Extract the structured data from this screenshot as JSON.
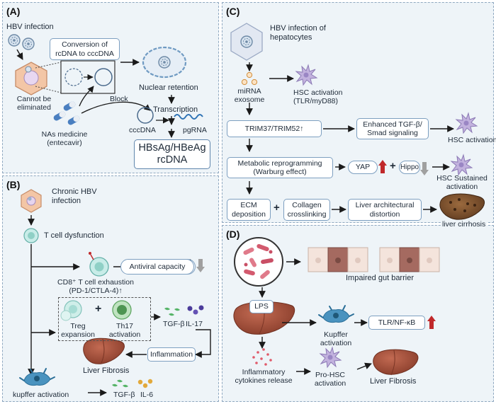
{
  "panels": {
    "a": {
      "label": "(A)",
      "hbv_infection": "HBV infection",
      "conversion": "Conversion of\nrcDNA to cccDNA",
      "cannot_eliminate": "Cannot be\neliminated",
      "nuclear_retention": "Nuclear retention",
      "block": "Block",
      "transcription": "Transcription",
      "cccdna": "cccDNA",
      "pgrna": "pgRNA",
      "nas_medicine": "NAs medicine\n(entecavir)",
      "products": "HBsAg/HBeAg\nrcDNA"
    },
    "b": {
      "label": "(B)",
      "chronic_hbv": "Chronic HBV\ninfection",
      "t_cell_dysfunction": "T cell dysfunction",
      "cd8_exhaustion": "CD8⁺ T cell exhaustion\n(PD-1/CTLA-4)↑",
      "antiviral_capacity": "Antiviral capacity",
      "treg": "Treg\nexpansion",
      "th17": "Th17\nactivation",
      "plus": "+",
      "tgf_beta": "TGF-β",
      "il17": "IL-17",
      "inflammation": "Inflammation",
      "liver_fibrosis": "Liver Fibrosis",
      "kupffer_activation": "kupffer activation",
      "tgf_beta_2": "TGF-β",
      "il6": "IL-6"
    },
    "c": {
      "label": "(C)",
      "hbv_hepatocytes": "HBV infection of\nhepatocytes",
      "mirna_exosome": "miRNA\nexosome",
      "hsc_activation_tlr": "HSC activation\n(TLR/myD88)",
      "trim": "TRIM37/TRIM52↑",
      "enhanced_tgf": "Enhanced TGF-β/\nSmad signaling",
      "hsc_activation": "HSC activation",
      "metabolic": "Metabolic reprogramming\n(Warburg effect)",
      "yap": "YAP",
      "plus": "+",
      "hippo": "Hippo",
      "hsc_sustained": "HSC Sustained\nactivation",
      "ecm": "ECM\ndeposition",
      "plus_2": "+",
      "collagen": "Collagen\ncrosslinking",
      "liver_distortion": "Liver architectural\ndistortion",
      "liver_cirrhosis": "liver cirrhosis"
    },
    "d": {
      "label": "(D)",
      "impaired_gut": "Impaired gut barrier",
      "lps": "LPS",
      "kupffer_activation": "Kupffer\nactivation",
      "tlr_nfkb": "TLR/NF-κB",
      "inflammatory_cytokines": "Inflammatory\ncytokines release",
      "pro_hsc": "Pro-HSC\nactivation",
      "liver_fibrosis": "Liver Fibrosis"
    }
  },
  "colors": {
    "panel_bg": "#eef4f8",
    "panel_border": "#8fa8c0",
    "box_border": "#7d9fc0",
    "arrow": "#1a1a1a",
    "up_arrow": "#c0282a",
    "down_arrow": "#9a9a9a",
    "liver": "#a5553f",
    "hsc_cell": "#b9a8d6",
    "kupffer_cell": "#3d88b5",
    "virus": "#9bb3cc"
  },
  "icons": [
    "virus-icon",
    "hepatocyte-icon",
    "nucleus-icon",
    "capsule-icon",
    "rna-strand-icon",
    "hsc-cell-icon",
    "exosome-icon",
    "t-cell-icon",
    "treg-cell-icon",
    "th17-cell-icon",
    "cytokine-icon",
    "liver-icon",
    "kupffer-cell-icon",
    "bacteria-icon",
    "gut-epithelium-icon",
    "red-up-arrow-icon",
    "gray-down-arrow-icon"
  ]
}
